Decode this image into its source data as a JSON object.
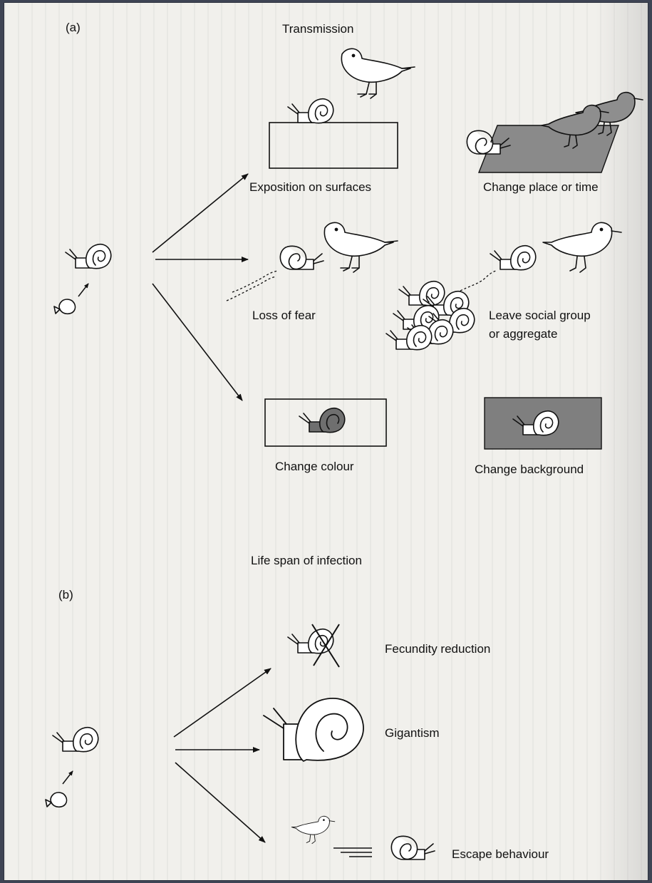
{
  "panel_a": {
    "label": "(a)",
    "title": "Transmission",
    "labels": {
      "exposition": "Exposition on surfaces",
      "change_place": "Change place or time",
      "loss_of_fear": "Loss of fear",
      "leave_group_1": "Leave social group",
      "leave_group_2": "or aggregate",
      "change_colour": "Change colour",
      "change_background": "Change background"
    }
  },
  "panel_b": {
    "label": "(b)",
    "title": "Life span of infection",
    "labels": {
      "fecundity": "Fecundity reduction",
      "gigantism": "Gigantism",
      "escape": "Escape behaviour"
    }
  },
  "colors": {
    "page": "#f1f0ec",
    "ink": "#111111",
    "gray_fill": "#8a8a8a",
    "dark_fill": "#777777",
    "frame": "#3e4454"
  }
}
